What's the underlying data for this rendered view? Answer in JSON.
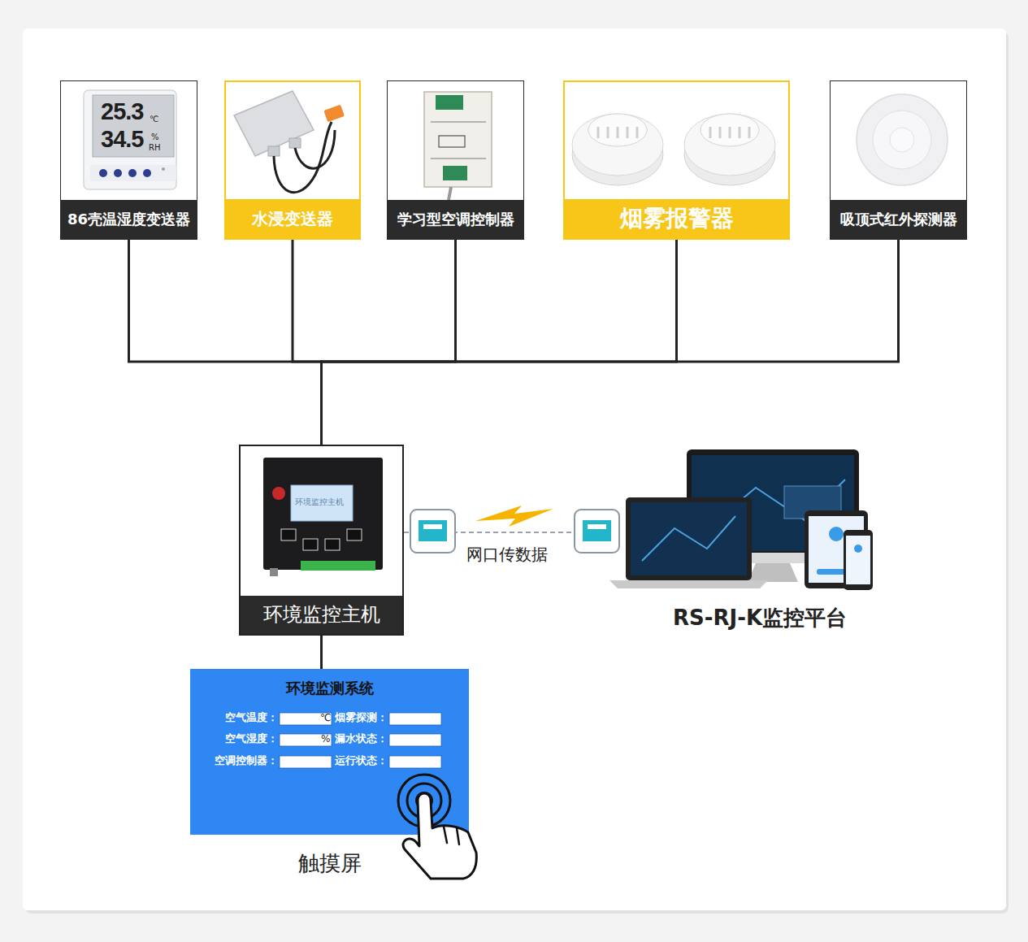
{
  "diagram": {
    "nodes": [
      {
        "text": [
          "86壳温湿度变送器"
        ]
      },
      {
        "text": [
          "水浸变送器"
        ]
      },
      {
        "text": [
          "学习型空调控制器"
        ]
      },
      {
        "text": [
          "烟雾报警器"
        ]
      },
      {
        "text": [
          "吸顶式红外探测器"
        ]
      },
      {
        "text": [
          "环境监控主机"
        ]
      },
      {
        "text": [
          "RS-RJ-K监控平台"
        ]
      },
      {
        "text": [
          "环境监测系统",
          "触摸屏"
        ]
      }
    ],
    "edges": [
      {
        "from": 0,
        "to": 5,
        "arrow": "none"
      },
      {
        "from": 1,
        "to": 5,
        "arrow": "none"
      },
      {
        "from": 2,
        "to": 5,
        "arrow": "none"
      },
      {
        "from": 3,
        "to": 5,
        "arrow": "none"
      },
      {
        "from": 4,
        "to": 5,
        "arrow": "none"
      },
      {
        "from": 5,
        "to": 6,
        "label": "网口传数据",
        "arrow": "none"
      },
      {
        "from": 5,
        "to": 7,
        "arrow": "none"
      }
    ],
    "labels": [
      "25.3",
      "℃",
      "34.5",
      "%",
      "RH",
      "环境监控主机",
      "空气温度：",
      "℃",
      "烟雾探测：",
      "空气湿度：",
      "%",
      "漏水状态：",
      "空调控制器：",
      "运行状态："
    ]
  }
}
